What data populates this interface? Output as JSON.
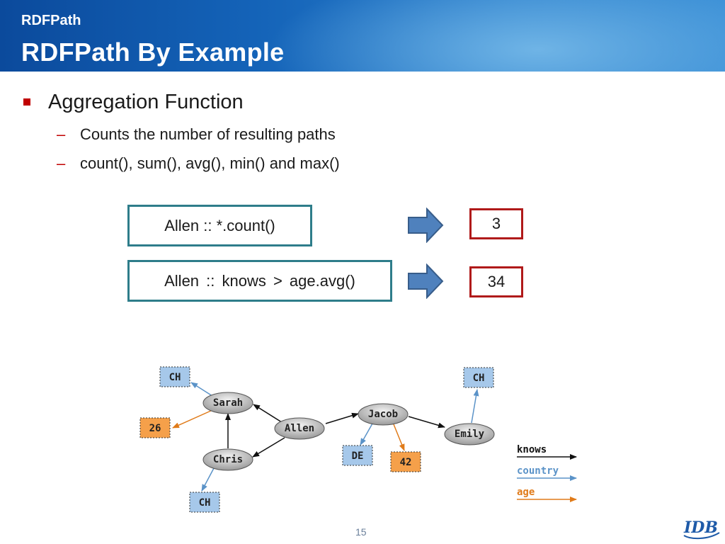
{
  "header": {
    "section": "RDFPath",
    "title": "RDFPath By Example"
  },
  "bullets": {
    "main": "Aggregation Function",
    "sub": [
      {
        "dash": "–",
        "text": "Counts the number of resulting paths"
      },
      {
        "dash": "–",
        "text": "count(), sum(), avg(), min() and max()"
      }
    ]
  },
  "examples": [
    {
      "query": "Allen :: *.count()",
      "result": "3"
    },
    {
      "query": "Allen :: knows > age.avg()",
      "result": "34"
    }
  ],
  "graph": {
    "nodes": {
      "sarah": "Sarah",
      "allen": "Allen",
      "chris": "Chris",
      "jacob": "Jacob",
      "emily": "Emily"
    },
    "literals": {
      "ch_sarah": "CH",
      "age_sarah": "26",
      "ch_chris": "CH",
      "de_jacob": "DE",
      "age_jacob": "42",
      "ch_emily": "CH"
    },
    "legend": {
      "knows": "knows",
      "country": "country",
      "age": "age"
    },
    "colors": {
      "knows": "#111111",
      "country": "#5b93c8",
      "age": "#e07b1a",
      "country_fill": "#a6c8ea",
      "age_fill": "#f5a04a"
    }
  },
  "footer": {
    "page": "15",
    "logo": "IDB"
  }
}
